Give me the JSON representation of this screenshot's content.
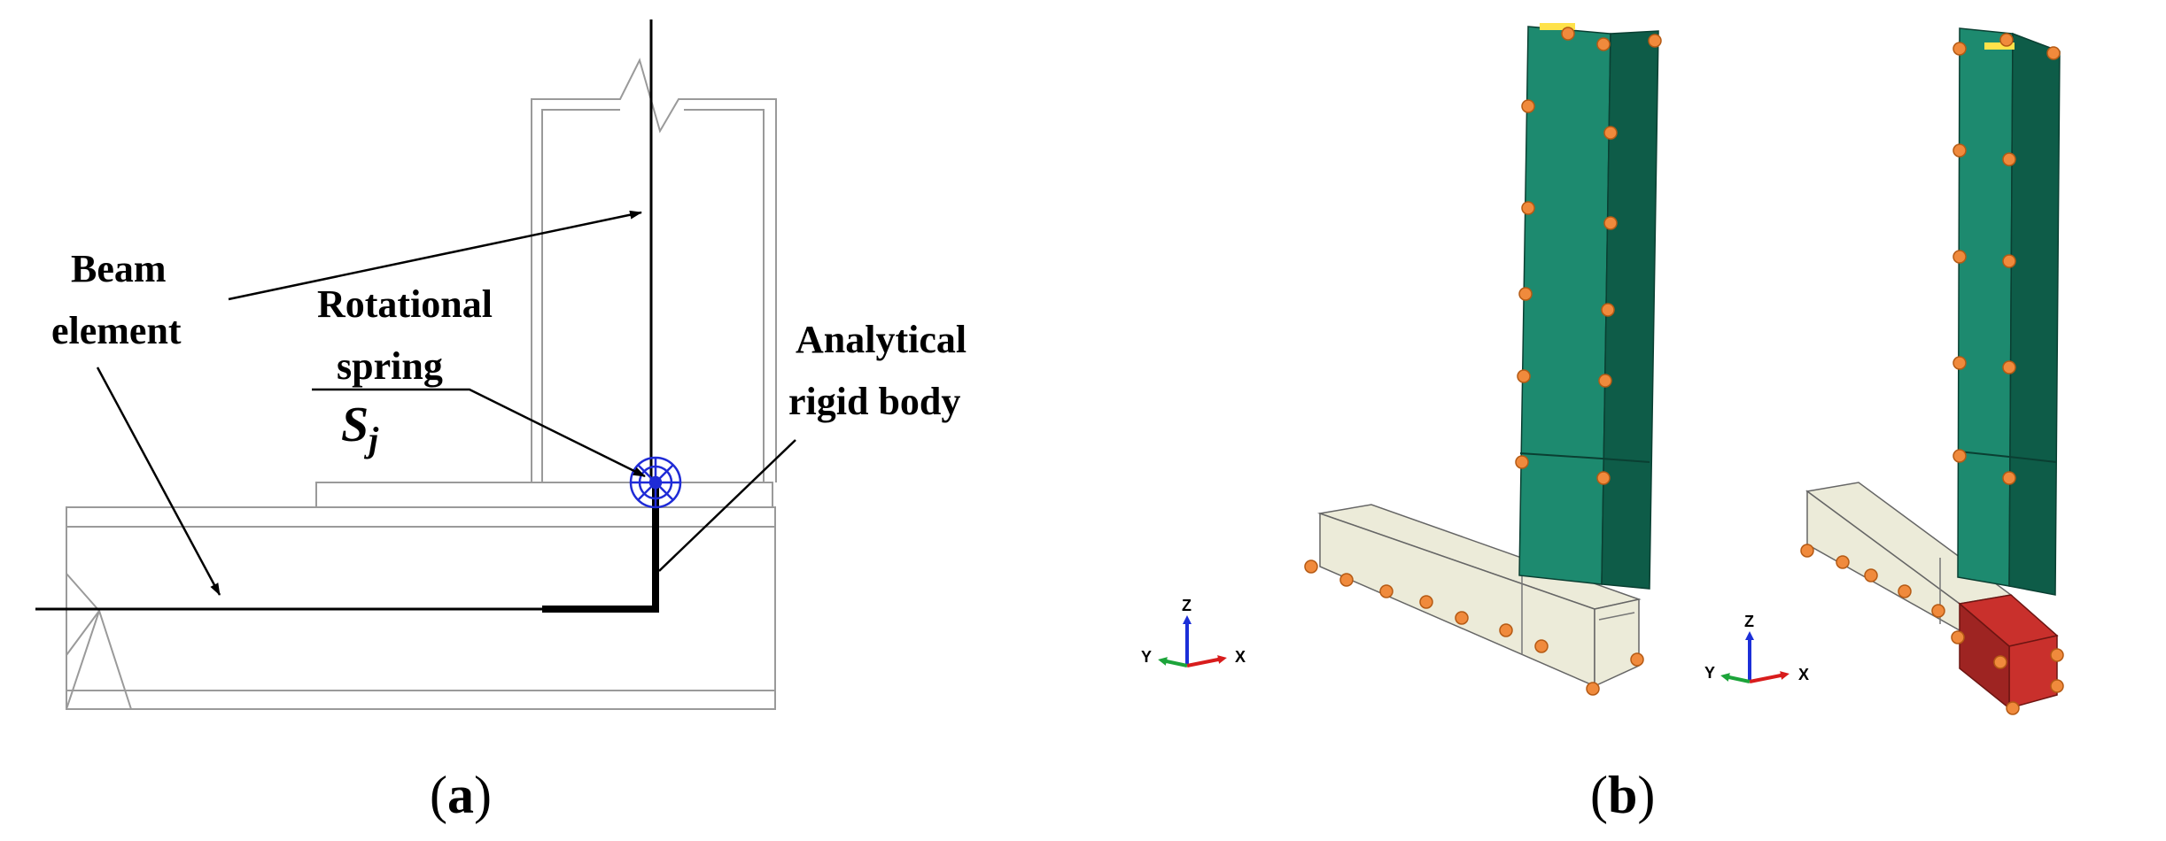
{
  "panel_a": {
    "caption_open": "(",
    "caption_letter": "a",
    "caption_close": ")",
    "label_beam_line1": "Beam",
    "label_beam_line2": "element",
    "label_rot_line1": "Rotational",
    "label_rot_line2": "spring",
    "label_sj_main": "S",
    "label_sj_sub": "j",
    "label_arb_line1": "Analytical",
    "label_arb_line2": "rigid body",
    "spring_color": "#1f2bd6"
  },
  "panel_b": {
    "caption_open": "(",
    "caption_letter": "b",
    "caption_close": ")",
    "column_color": "#1d8a6f",
    "column_dark_color": "#0e5c48",
    "beam_color": "#ecebd9",
    "connection_color": "#c9302c",
    "boundary_marker_color": "#f08a3c",
    "triad_left": {
      "z": "Z",
      "y": "Y",
      "x": "X"
    },
    "triad_right": {
      "z": "Z",
      "y": "Y",
      "x": "X"
    }
  }
}
